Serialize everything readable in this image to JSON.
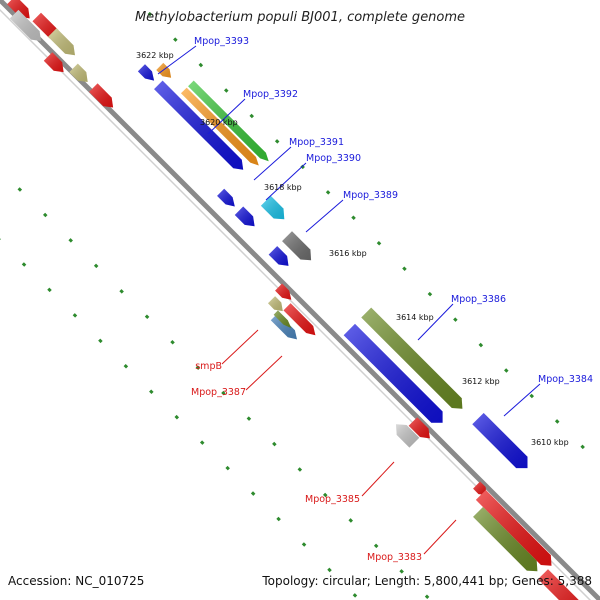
{
  "title": "Methylobacterium populi BJ001, complete genome",
  "accession": "Accession: NC_010725",
  "topology": "Topology: circular; Length: 5,800,441 bp; Genes: 5,388",
  "ticks": [
    {
      "label": "3622 kbp"
    },
    {
      "label": "3620 kbp"
    },
    {
      "label": "3618 kbp"
    },
    {
      "label": "3616 kbp"
    },
    {
      "label": "3614 kbp"
    },
    {
      "label": "3612 kbp"
    },
    {
      "label": "3610 kbp"
    }
  ],
  "gene_labels": [
    {
      "text": "Mpop_3393",
      "color": "#1a1adb"
    },
    {
      "text": "Mpop_3392",
      "color": "#1a1adb"
    },
    {
      "text": "Mpop_3391",
      "color": "#1a1adb"
    },
    {
      "text": "Mpop_3390",
      "color": "#1a1adb"
    },
    {
      "text": "Mpop_3389",
      "color": "#1a1adb"
    },
    {
      "text": "Mpop_3386",
      "color": "#1a1adb"
    },
    {
      "text": "Mpop_3384",
      "color": "#1a1adb"
    },
    {
      "text": "smpB",
      "color": "#d91a1a"
    },
    {
      "text": "Mpop_3387",
      "color": "#d91a1a"
    },
    {
      "text": "Mpop_3385",
      "color": "#d91a1a"
    },
    {
      "text": "Mpop_3383",
      "color": "#d91a1a"
    }
  ],
  "colors": {
    "backbone": "#8a8a8a",
    "tick_dot": "#2e8b2e",
    "blue_gene": "#1010e0",
    "red_gene": "#ee1111",
    "olive_gene": "#6b8c23",
    "khaki_gene": "#c8c27a",
    "green_gene": "#38c838",
    "orange_gene": "#ff9a1a",
    "cyan_gene": "#19c8f0",
    "dark_gray_gene": "#6e6e6e",
    "light_gray_gene": "#c8c8c8",
    "steel_gene": "#4a86c0",
    "lavender_gene": "#7070d0"
  }
}
